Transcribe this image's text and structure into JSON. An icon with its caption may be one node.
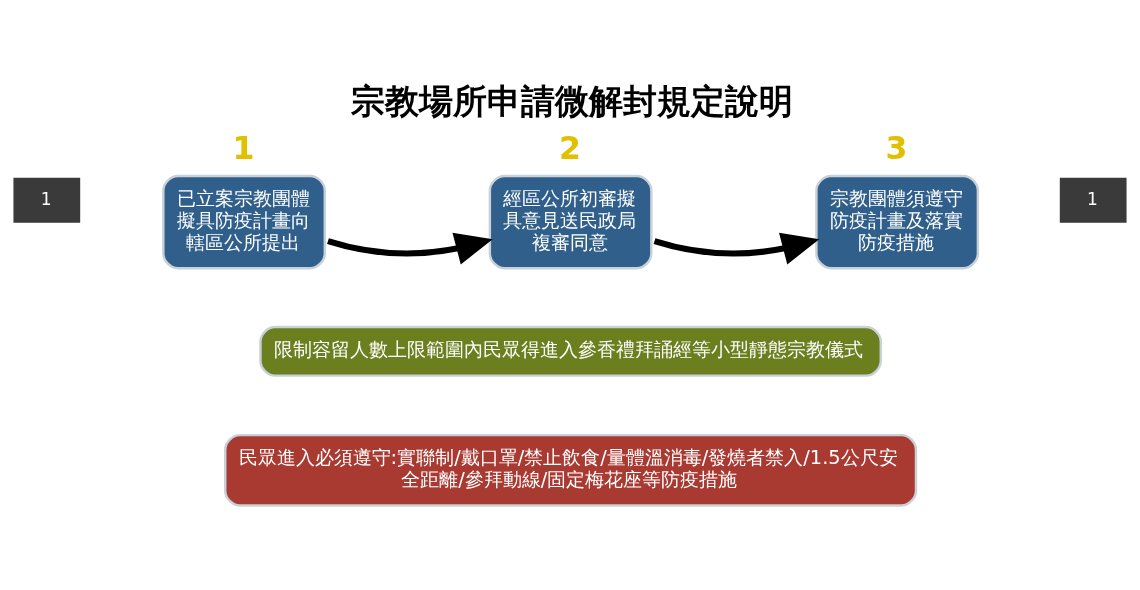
{
  "diagram": {
    "title": "宗教場所申請微解封規定說明",
    "nodes": [
      {
        "text": [
          "已立案宗教團體擬具防疫計畫向轄區公所提出"
        ],
        "beside": [
          "1"
        ]
      },
      {
        "text": [
          "經區公所初審擬具意見送民政局複審同意"
        ],
        "beside": [
          "2"
        ]
      },
      {
        "text": [
          "宗教團體須遵守防疫計畫及落實防疫措施"
        ],
        "beside": [
          "3"
        ]
      },
      {
        "text": [
          "限制容留人數上限範圍內民眾得進入參香禮拜誦經等小型靜態宗教儀式"
        ]
      },
      {
        "text": [
          "民眾進入必須遵守:實聯制/戴口罩/禁止飲食/量體溫消毒/發燒者禁入/1.5公尺安全距離/參拜動線/固定梅花座等防疫措施"
        ]
      }
    ],
    "edges": [
      {
        "from": 0,
        "to": 1,
        "arrow": "to"
      },
      {
        "from": 1,
        "to": 2,
        "arrow": "to"
      }
    ],
    "labels": [
      "1",
      "1"
    ]
  }
}
